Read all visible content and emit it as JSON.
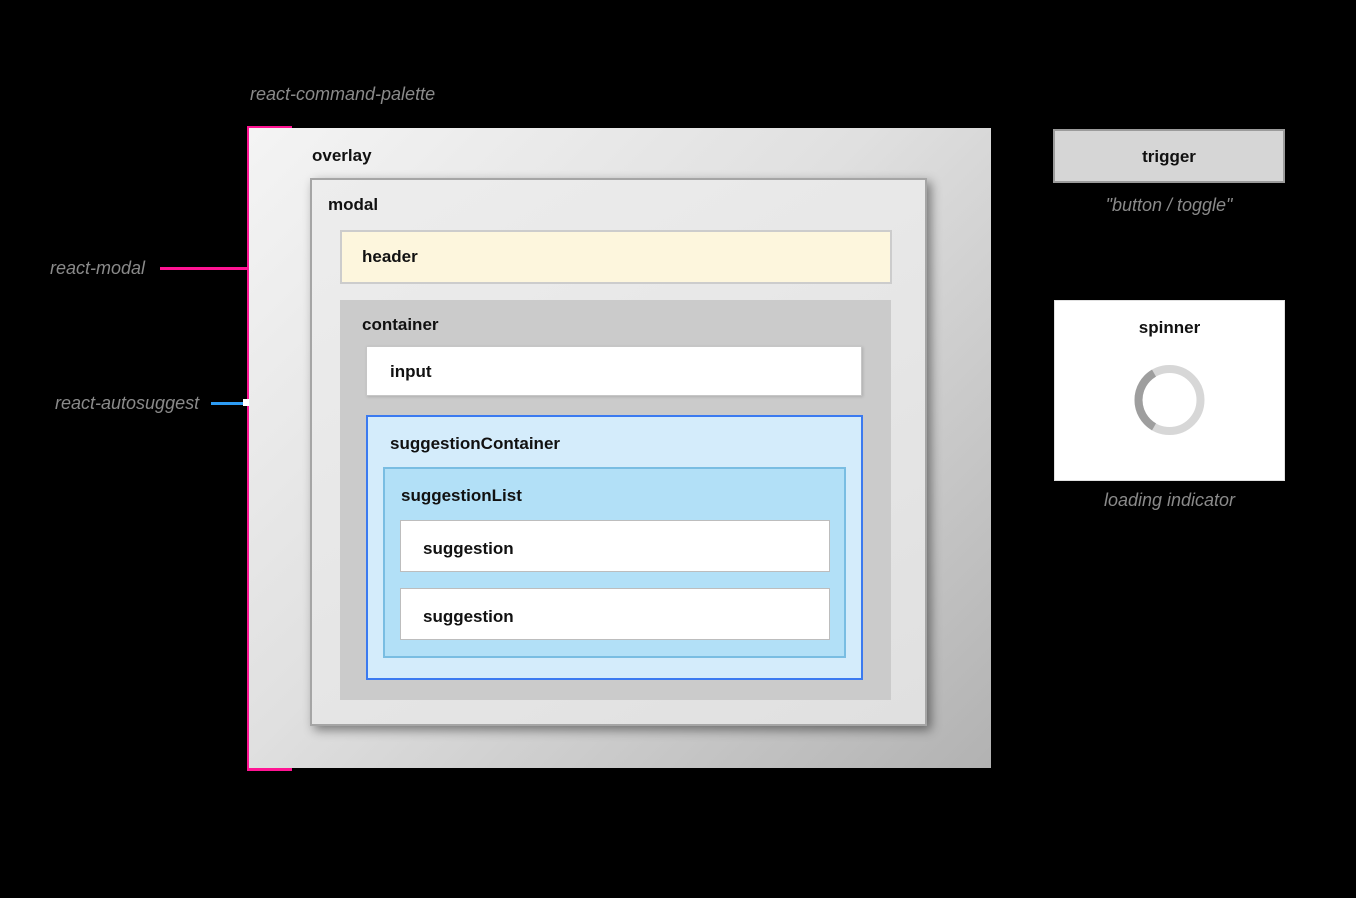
{
  "page_title": "react-command-palette",
  "annotations": {
    "react_modal_label": "react-modal",
    "react_autosuggest_label": "react-autosuggest"
  },
  "palette": {
    "overlay_label": "overlay",
    "modal_label": "modal",
    "header_label": "header",
    "container_label": "container",
    "input_label": "input",
    "suggestion_container_label": "suggestionContainer",
    "suggestion_list_label": "suggestionList",
    "suggestions": [
      "suggestion",
      "suggestion"
    ]
  },
  "trigger": {
    "label": "trigger",
    "caption": "\"button / toggle\""
  },
  "spinner": {
    "label": "spinner",
    "caption": "loading indicator"
  },
  "colors": {
    "background": "#000000",
    "bracket_pink": "#ff1493",
    "bracket_blue": "#2d9cf4",
    "overlay_gradient_start": "#f4f4f4",
    "overlay_gradient_end": "#b2b2b2",
    "modal_bg": "#e8e8e8",
    "header_bg": "#fdf6dd",
    "container_bg": "#cbcbcb",
    "suggestion_container_bg": "#d4ecfb",
    "suggestion_container_border": "#3b7af0",
    "suggestion_list_bg": "#b2e0f7",
    "suggestion_list_border": "#79bde2",
    "caption_gray": "#8a8a8a"
  }
}
